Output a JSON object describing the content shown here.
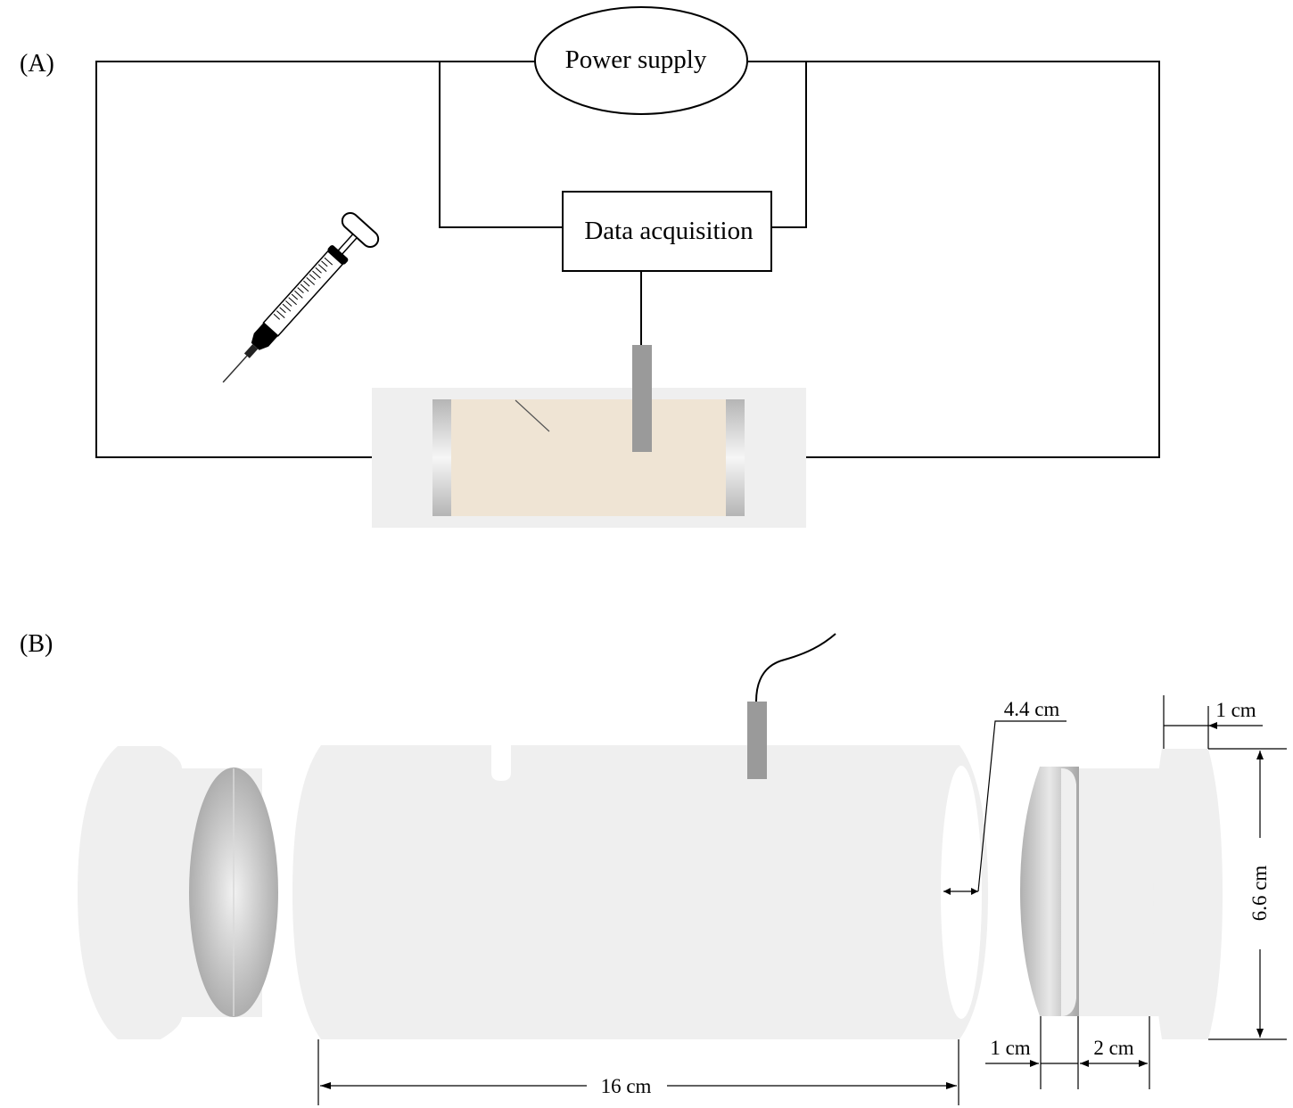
{
  "panel_a": {
    "label": "(A)",
    "power_supply": "Power supply",
    "data_acquisition": "Data acquisition"
  },
  "panel_b": {
    "label": "(B)",
    "dim_wall": "4.4 cm",
    "dim_cap_flange": "1 cm",
    "dim_diameter": "6.6 cm",
    "dim_length": "16 cm",
    "dim_electrode": "1 cm",
    "dim_cap_plug": "2 cm"
  },
  "colors": {
    "background": "#ffffff",
    "line": "#000000",
    "soil": "#efe4d4",
    "container": "#efefef",
    "electrode_grey": "#a8a8a8",
    "probe_grey": "#9a9a9a"
  }
}
